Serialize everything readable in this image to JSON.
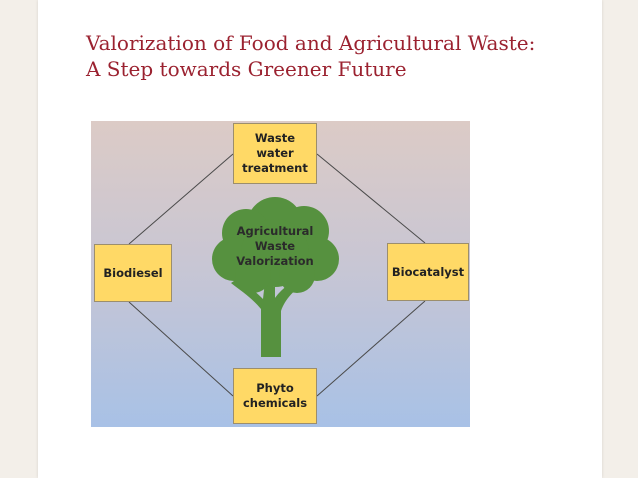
{
  "title": {
    "line1": "Valorization of Food and Agricultural Waste:",
    "line2": "A Step towards Greener Future"
  },
  "diagram": {
    "center": {
      "line1": "Agricultural",
      "line2": "Waste",
      "line3": "Valorization"
    },
    "nodes": {
      "top": {
        "line1": "Waste",
        "line2": "water",
        "line3": "treatment"
      },
      "left": {
        "line1": "Biodiesel"
      },
      "right": {
        "line1": "Biocatalyst"
      },
      "bottom": {
        "line1": "Phyto",
        "line2": "chemicals"
      }
    },
    "colors": {
      "box_fill": "#ffd966",
      "tree": "#56913f",
      "title": "#9b2230"
    }
  }
}
